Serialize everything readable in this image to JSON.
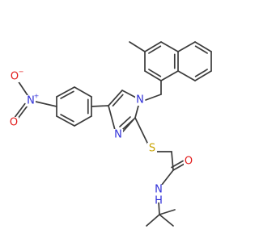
{
  "colors": {
    "bond": "#3b3b3b",
    "nitrogen": "#2f2fd8",
    "oxygen": "#e21b1b",
    "sulfur": "#c8a200",
    "carbon": "#3b3b3b"
  },
  "atom_labels": {
    "n_imidazole_1": "N",
    "n_imidazole_3": "N",
    "sulfur": "S",
    "carbonyl_oxygen": "O",
    "amide_nitrogen": "N",
    "amide_hydrogen": "H",
    "nitro_nitrogen": "N",
    "nitro_oxygen_top": "O",
    "nitro_oxygen_left": "O",
    "nitro_n_charge": "+",
    "nitro_o_charge": "−"
  }
}
